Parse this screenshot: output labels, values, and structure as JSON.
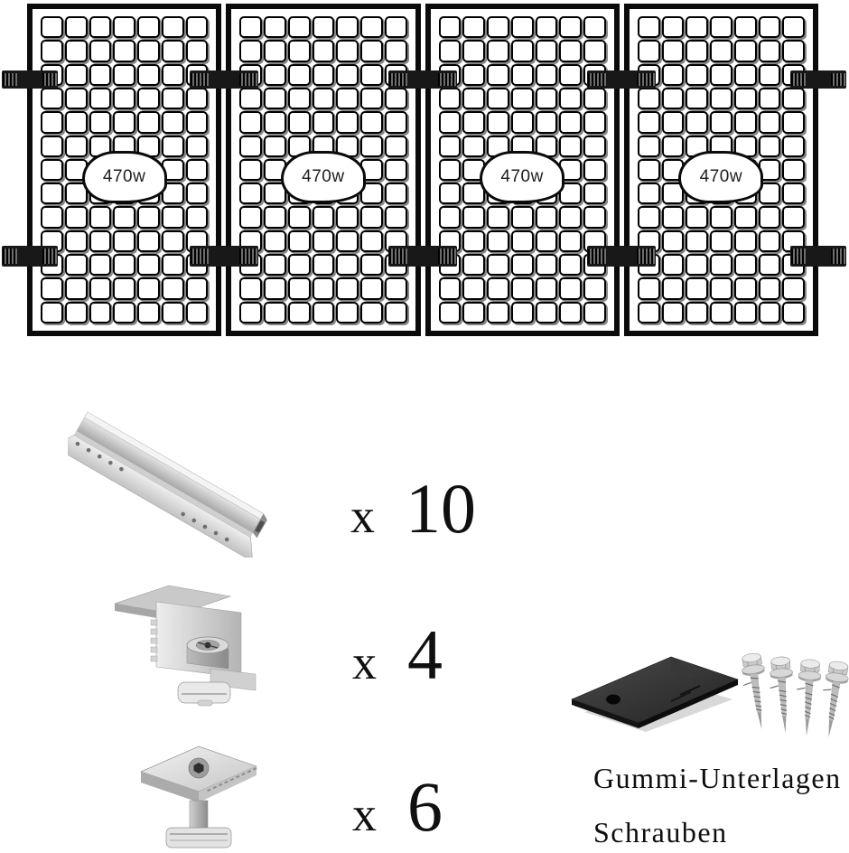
{
  "array": {
    "panel_count": 4,
    "watt_label": "470w",
    "cell_rows": 13,
    "cell_cols": 7
  },
  "components": [
    {
      "name": "mounting-rail",
      "multiplier": "x",
      "qty": "10"
    },
    {
      "name": "end-clamp",
      "multiplier": "x",
      "qty": "4"
    },
    {
      "name": "mid-clamp",
      "multiplier": "x",
      "qty": "6"
    }
  ],
  "hardware": {
    "pad_label": "Gummi-Unterlagen",
    "screw_label": "Schrauben",
    "screw_count": 4
  },
  "colors": {
    "frame_black": "#0b0b0b",
    "aluminum_light": "#ececec",
    "aluminum_dark": "#8f8f8f",
    "rubber_black": "#2b2b2b"
  }
}
